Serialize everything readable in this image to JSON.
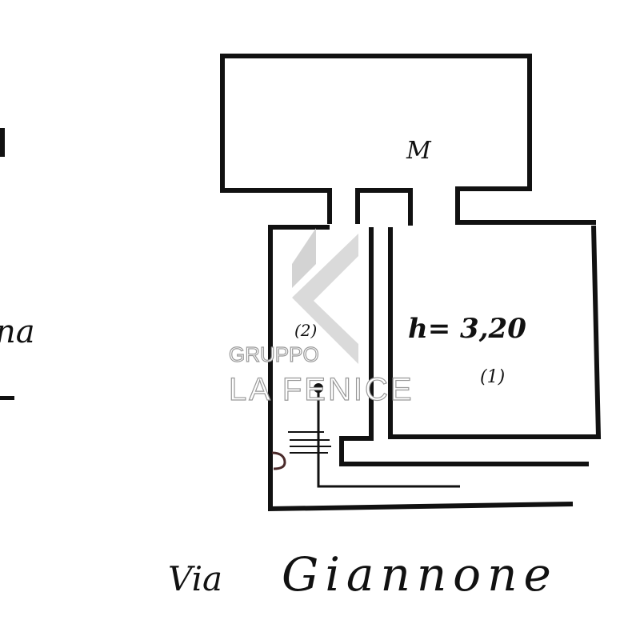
{
  "plan": {
    "top_room_label": "M",
    "height_note": "h= 3,20",
    "room_1_marker": "(1)",
    "room_2_marker": "(2)",
    "street_label_prefix": "Via",
    "street_label_name": "Giannone",
    "left_margin_fragment": "na"
  },
  "watermark": {
    "line1": "GRUPPO",
    "line2": "LA FENICE"
  }
}
